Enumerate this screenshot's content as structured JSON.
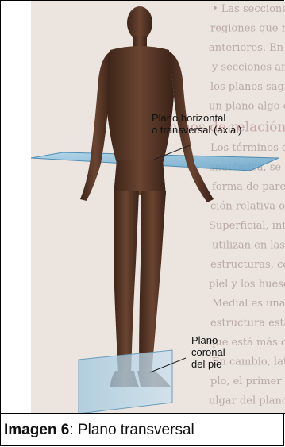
{
  "figure": {
    "label_horizontal_line1": "Plano horizontal",
    "label_horizontal_line2": "o transversal (axial)",
    "label_coronal_line1": "Plano",
    "label_coronal_line2": "coronal",
    "label_coronal_line3": "del pie",
    "background_text": [
      "• Las secciones oblicuas son cortes",
      "regiones que no siguen uno de los",
      "anteriores. En la práctica, muchas",
      "y secciones anatómicas no se sitúan",
      "los planos sagitales, coronales u horizontales",
      "un plano algo oblicuo.",
      "Términos de relación y comparación",
      "Los términos de relación describen",
      "anatómica, se describen términos de",
      "forma de pares (opuestos) como ello",
      "ción relativa o localización (fig. I.",
      "Superficial, intermedio y profundo",
      "utilizan en las descripciones para describir",
      "estructuras, como un órgano, con respecto",
      "piel y los huesos.",
      "Medial es una vista que indica que",
      "estructura está en su posición anatómica,",
      "que está más cerca del plano medio o más co",
      "En cambio, lateral indica que dicha",
      "plo, el primer dedo del pie, es el pul",
      "ulgar del plano medio el pulgar"
    ]
  },
  "caption": {
    "label": "Imagen 6",
    "text": ": Plano transversal"
  },
  "colors": {
    "page_background": "#ede6df",
    "page_text": "#b9aaa6",
    "heading_text": "#c9a9a8",
    "plane_fill": "#7fb6d6",
    "body_skin": "#5b3a2a"
  }
}
